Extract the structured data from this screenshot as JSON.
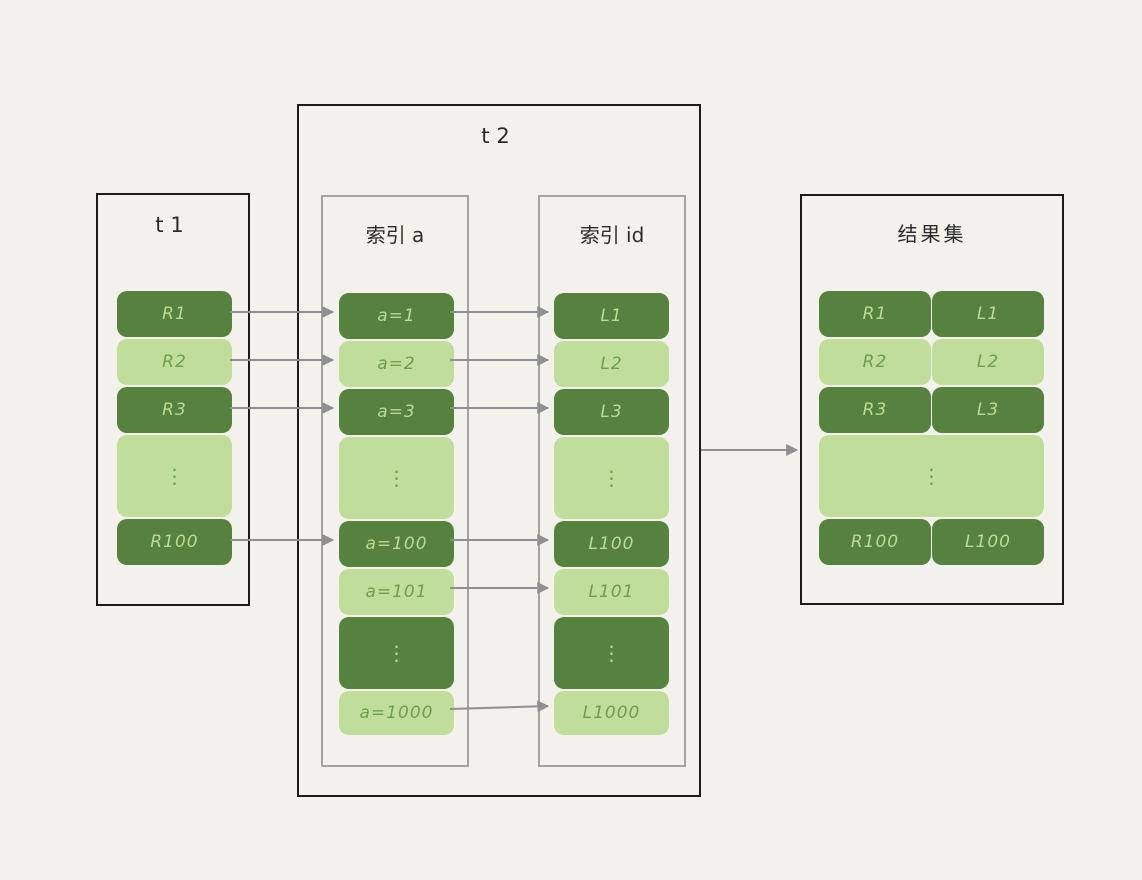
{
  "colors": {
    "background": "#f2f1ec",
    "dark_green": "#56813f",
    "light_green": "#c0dd9b",
    "text_on_dark": "#b9dc92",
    "text_on_light": "#6f9e4e",
    "outer_border": "#1c1c1c",
    "inner_border": "#a3a39f",
    "arrow": "#8f8f8f"
  },
  "t1": {
    "title": "t1",
    "cells": [
      {
        "label": "R1",
        "tone": "dark"
      },
      {
        "label": "R2",
        "tone": "light"
      },
      {
        "label": "R3",
        "tone": "dark"
      },
      {
        "label": "⋮",
        "tone": "light"
      },
      {
        "label": "R100",
        "tone": "dark"
      }
    ]
  },
  "t2": {
    "title": "t2",
    "index_a": {
      "title": "索引 a",
      "cells": [
        {
          "label": "a=1",
          "tone": "dark"
        },
        {
          "label": "a=2",
          "tone": "light"
        },
        {
          "label": "a=3",
          "tone": "dark"
        },
        {
          "label": "⋮",
          "tone": "light"
        },
        {
          "label": "a=100",
          "tone": "dark"
        },
        {
          "label": "a=101",
          "tone": "light"
        },
        {
          "label": "⋮",
          "tone": "dark"
        },
        {
          "label": "a=1000",
          "tone": "light"
        }
      ]
    },
    "index_id": {
      "title": "索引 id",
      "cells": [
        {
          "label": "L1",
          "tone": "dark"
        },
        {
          "label": "L2",
          "tone": "light"
        },
        {
          "label": "L3",
          "tone": "dark"
        },
        {
          "label": "⋮",
          "tone": "light"
        },
        {
          "label": "L100",
          "tone": "dark"
        },
        {
          "label": "L101",
          "tone": "light"
        },
        {
          "label": "⋮",
          "tone": "dark"
        },
        {
          "label": "L1000",
          "tone": "light"
        }
      ]
    }
  },
  "result": {
    "title": "结果集",
    "cells": [
      {
        "left": "R1",
        "right": "L1",
        "tone": "dark"
      },
      {
        "left": "R2",
        "right": "L2",
        "tone": "light"
      },
      {
        "left": "R3",
        "right": "L3",
        "tone": "dark"
      },
      {
        "dots": "⋮",
        "tone": "light"
      },
      {
        "left": "R100",
        "right": "L100",
        "tone": "dark"
      }
    ]
  }
}
